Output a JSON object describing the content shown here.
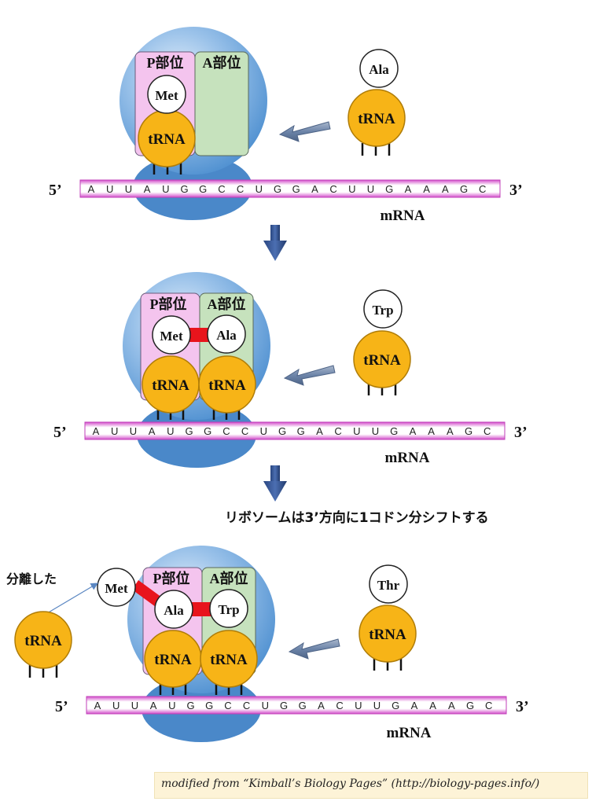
{
  "labels": {
    "p_site": "P部位",
    "a_site": "A部位",
    "trna": "tRNA",
    "mrna": "mRNA",
    "five_prime": "5’",
    "three_prime": "3’"
  },
  "sequence": [
    "A",
    "U",
    "U",
    "A",
    "U",
    "G",
    "G",
    "C",
    "C",
    "U",
    "G",
    "G",
    "A",
    "C",
    "U",
    "U",
    "G",
    "A",
    "A",
    "A",
    "G",
    "C"
  ],
  "panels": [
    {
      "p_site_amino": "Met",
      "a_site_amino": "",
      "incoming_amino": "Ala"
    },
    {
      "p_site_amino": "Met",
      "a_site_amino": "Ala",
      "incoming_amino": "Trp"
    },
    {
      "p_site_amino": "Ala",
      "a_site_amino": "Trp",
      "incoming_amino": "Thr",
      "released_amino": "Met",
      "released_label": "分離した"
    }
  ],
  "shift_caption": "リボソームは3’方向に1コドン分シフトする",
  "credit": "modified from “Kimball’s Biology Pages” (http://biology-pages.info/)",
  "colors": {
    "ribosome_large": "#4d8fd0",
    "ribosome_small": "#4a88c9",
    "p_site_fill": "#f4c4ee",
    "a_site_fill": "#c6e2bd",
    "trna_fill": "#f7b417",
    "mrna_fill": "#e779e0",
    "peptide_bond": "#e8141c",
    "arrow_down": "#2e4c8c",
    "arrow_side": "#6c84a8"
  }
}
